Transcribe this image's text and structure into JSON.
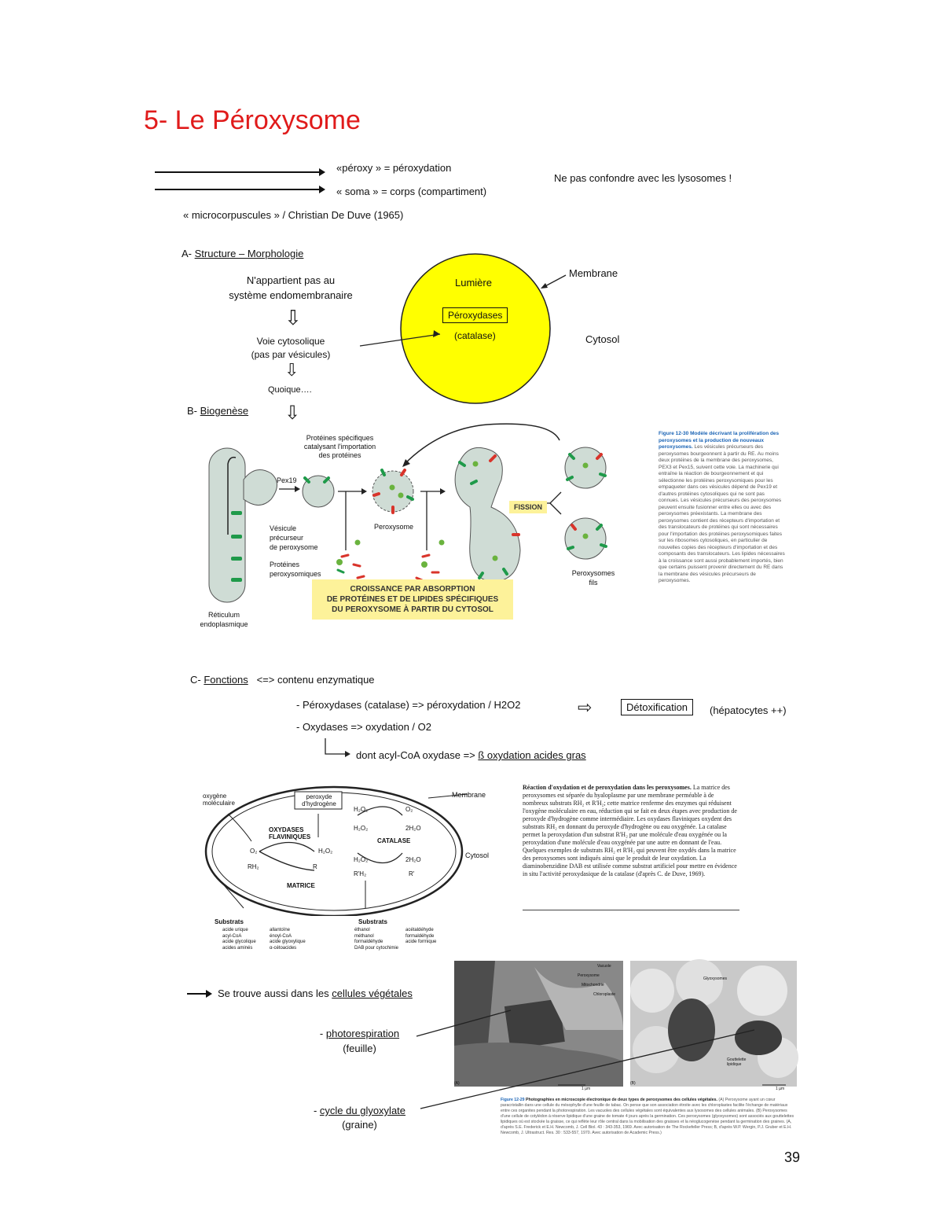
{
  "title": "5- Le Péroxysome",
  "intro": {
    "line1": "«péroxy » = péroxydation",
    "line2": "« soma » = corps (compartiment)",
    "line3": "« microcorpuscules » / Christian De Duve (1965)",
    "warning": "Ne pas confondre avec les lysosomes !"
  },
  "sectionA": {
    "heading_prefix": "A- ",
    "heading": "Structure – Morphologie",
    "text1": "N'appartient pas au",
    "text2": "système endomembranaire",
    "text3": "Voie cytosolique",
    "text4": "(pas par vésicules)",
    "text5": "Quoique….",
    "lumiere": "Lumière",
    "peroxydases": "Péroxydases",
    "catalase": "(catalase)",
    "membrane": "Membrane",
    "cytosol": "Cytosol",
    "colors": {
      "organelle": "#ffff00"
    }
  },
  "sectionB": {
    "heading_prefix": "B- ",
    "heading": "Biogenèse",
    "prot_spec1": "Protéines spécifiques",
    "prot_spec2": "catalysant l'importation",
    "prot_spec3": "des protéines",
    "pex19": "Pex19",
    "vesicule1": "Vésicule",
    "vesicule2": "précurseur",
    "vesicule3": "de peroxysome",
    "proteines1": "Protéines",
    "proteines2": "peroxysomiques",
    "peroxysome": "Peroxysome",
    "fission": "FISSION",
    "fils1": "Peroxysomes",
    "fils2": "fils",
    "reticulum1": "Réticulum",
    "reticulum2": "endoplasmique",
    "croissance1": "CROISSANCE PAR ABSORPTION",
    "croissance2": "DE PROTÉINES ET DE LIPIDES SPÉCIFIQUES",
    "croissance3": "DU PEROXYSOME À PARTIR DU CYTOSOL",
    "figure_label": "Figure 12-30",
    "figure_title": "Modèle décrivant la prolifération des peroxysomes et la production de nouveaux peroxysomes.",
    "figure_text": "Les vésicules précurseurs des peroxysomes bourgeonnent à partir du RE. Au moins deux protéines de la membrane des peroxysomes, PEX3 et Pex15, suivent cette voie. La machinerie qui entraîne la réaction de bourgeonnement et qui sélectionne les protéines peroxysomiques pour les empaqueter dans ces vésicules dépend de Pex19 et d'autres protéines cytosoliques qui ne sont pas connues. Les vésicules précurseurs des peroxysomes peuvent ensuite fusionner entre elles ou avec des peroxysomes préexistants. La membrane des peroxysomes contient des récepteurs d'importation et des translocateurs de protéines qui sont nécessaires pour l'importation des protéines peroxysomiques faites sur les ribosomes cytosoliques, en particulier de nouvelles copies des récepteurs d'importation et des composants des translocateurs. Les lipides nécessaires à la croissance sont aussi probablement importés, bien que certains puissent provenir directement du RE dans la membrane des vésicules précurseurs de peroxysomes.",
    "colors": {
      "vesicle": "#cfdcd5",
      "green": "#1f9a4a",
      "red": "#d9342b",
      "yellow": "#fdf29a"
    }
  },
  "sectionC": {
    "heading_prefix": "C- ",
    "heading": "Fonctions",
    "heading_suffix": "<=> contenu enzymatique",
    "line1": "- Péroxydases (catalase) => péroxydation / H2O2",
    "line2": "- Oxydases => oxydation / O2",
    "line3_prefix": "dont acyl-CoA oxydase => ",
    "line3_link": "ß oxydation acides gras",
    "detox": "Détoxification",
    "hepato": "(hépatocytes ++)",
    "diagram": {
      "oxygene": "oxygène moléculaire",
      "peroxyde": "peroxyde d'hydrogène",
      "oxydases": "OXYDASES FLAVINIQUES",
      "catalase": "CATALASE",
      "matrice": "MATRICE",
      "membrane": "Membrane",
      "cytosol": "Cytosol",
      "substrats1": "Substrats",
      "substrats1_list": [
        "acide urique",
        "acyl-CoA",
        "acide glycolique",
        "acides aminés",
        "allantoïne",
        "énoyl-CoA",
        "acide glyoxylique",
        "α-cétoacides"
      ],
      "substrats2": "Substrats",
      "substrats2_list": [
        "éthanol",
        "méthanol",
        "formaldéhyde",
        "DAB pour cytochimie",
        "acétaldéhyde",
        "formaldéhyde",
        "acide formique"
      ],
      "o2": "O₂",
      "h2o2": "H₂O₂",
      "rh2": "RH₂",
      "r": "R",
      "h2o": "2H₂O",
      "rh2b": "R'H₂",
      "rb": "R'"
    },
    "reaction_title": "Réaction d'oxydation et de peroxydation dans les peroxysomes.",
    "reaction_text": "La matrice des peroxysomes est séparée du hyaloplasme par une membrane perméable à de nombreux substrats RH₂ et R'H₂; cette matrice renferme des enzymes qui réduisent l'oxygène moléculaire en eau, réduction qui se fait en deux étapes avec production de peroxyde d'hydrogène comme intermédiaire. Les oxydases flaviniques oxydent des substrats RH₂ en donnant du peroxyde d'hydrogène ou eau oxygénée. La catalase permet la peroxydation d'un substrat R'H₂ par une molécule d'eau oxygénée ou la peroxydation d'une molécule d'eau oxygénée par une autre en donnant de l'eau. Quelques exemples de substrats RH₂ et R'H₂ qui peuvent être oxydés dans la matrice des peroxysomes sont indiqués ainsi que le produit de leur oxydation. La diaminobenzidine DAB est utilisée comme substrat artificiel pour mettre en évidence in situ l'activité peroxydasique de la catalase (d'après C. de Duve, 1969).",
    "vegetal_prefix": "Se trouve aussi dans les ",
    "vegetal_link": "cellules végétales",
    "photo1": "photorespiration",
    "photo1_prefix": "- ",
    "photo1b": "(feuille)",
    "photo2": "cycle du glyoxylate",
    "photo2_prefix": "- ",
    "photo2b": "(graine)",
    "micro_labels_a": [
      "Vacuole",
      "Peroxysome",
      "Mitochondrie",
      "Chloroplaste"
    ],
    "micro_labels_b": [
      "Glyoxysomes",
      "Gouttelette lipidique"
    ],
    "scale": "1 µm",
    "panel_a": "(A)",
    "panel_b": "(B)",
    "fig2_label": "Figure 12-29",
    "fig2_title": "Photographies en microscopie électronique de deux types de peroxysomes des cellules végétales.",
    "fig2_text": "(A) Peroxysome ayant un cœur paracristallin dans une cellule du mésophylle d'une feuille de tabac. On pense que son association étroite avec les chloroplastes facilite l'échange de matériaux entre ces organites pendant la photorespiration. Les vacuoles des cellules végétales sont équivalentes aux lysosomes des cellules animales. (B) Peroxysomes d'une cellule de cotylédon à réserve lipidique d'une graine de tomate 4 jours après la germination. Ces peroxysomes (glyoxysomes) sont associés aux gouttelettes lipidiques où est stockée la graisse, ce qui reflète leur rôle central dans la mobilisation des graisses et la néoglucogenèse pendant la germination des graines. (A, d'après S.E. Frederick et E.H. Newcomb, J. Cell Biol. 43 : 343-353, 1969. Avec autorisation de The Rockefeller Press; B, d'après W.P. Wergin, P.J. Gruber et E.H. Newcomb, J. Ultrastruct. Res. 30 : 533-557, 1970. Avec autorisation de Academic Press.)"
  },
  "page_number": "39"
}
